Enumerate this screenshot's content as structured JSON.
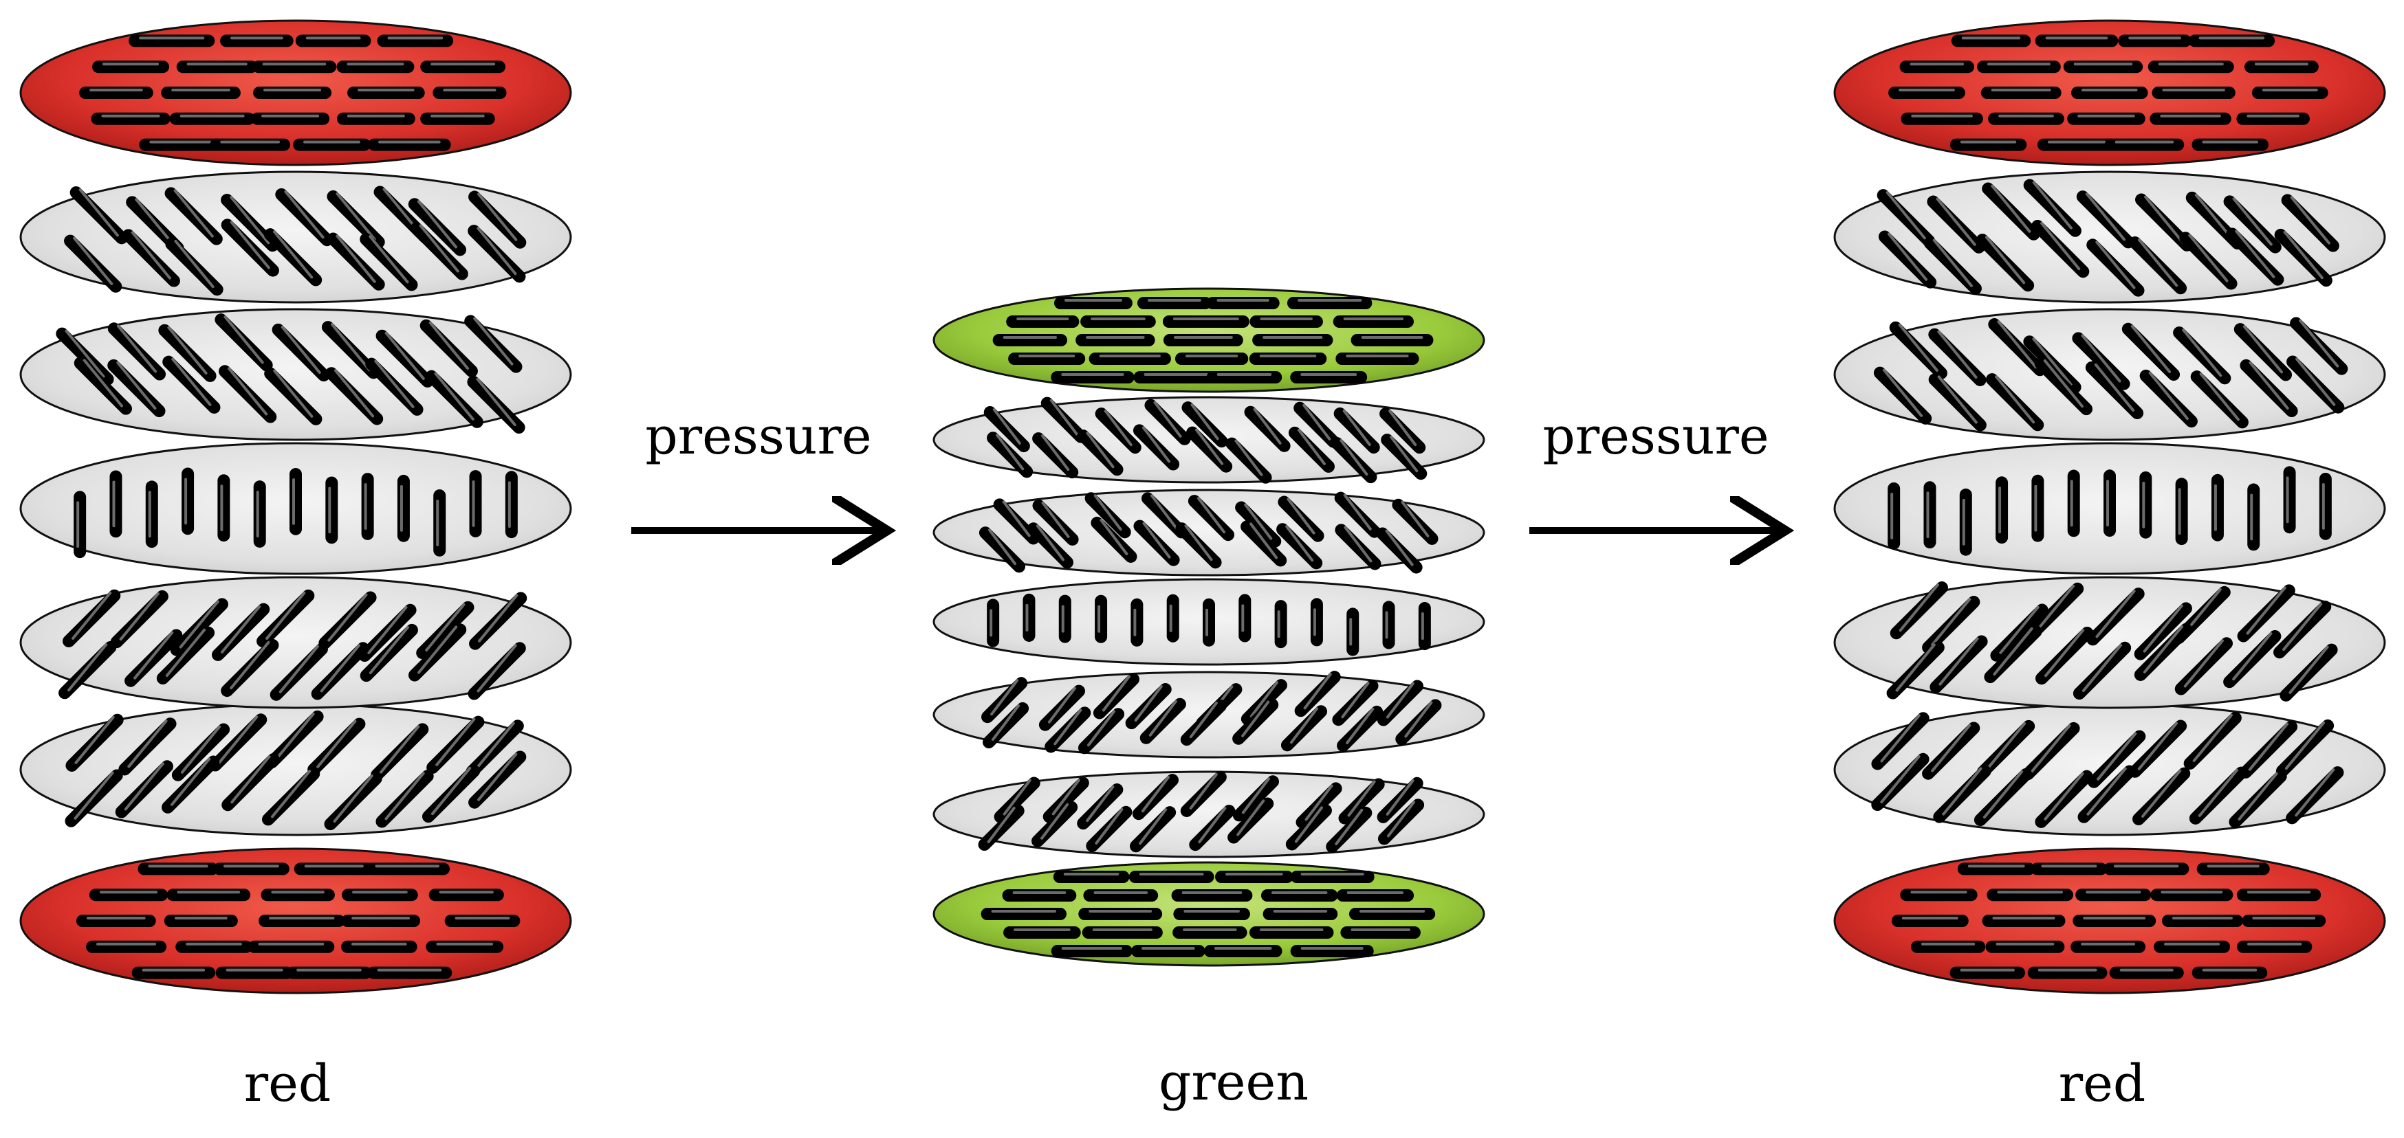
{
  "labels": {
    "left_state": "red",
    "middle_state": "green",
    "right_state": "red",
    "arrow_1": "pressure",
    "arrow_2": "pressure"
  },
  "colors": {
    "red_layer": "#d9302a",
    "green_layer": "#9acb3c",
    "grey_layer": "#e2e2e2",
    "rod": "#111111",
    "arrow": "#000000"
  },
  "stacks": [
    {
      "name": "left",
      "cap_color": "red",
      "layers": [
        "cap",
        "tilt-left",
        "tilt-left",
        "vertical",
        "tilt-right",
        "tilt-right",
        "cap"
      ]
    },
    {
      "name": "middle",
      "cap_color": "green",
      "layers": [
        "cap",
        "tilt-left",
        "tilt-left",
        "vertical",
        "tilt-right",
        "tilt-right",
        "cap"
      ]
    },
    {
      "name": "right",
      "cap_color": "red",
      "layers": [
        "cap",
        "tilt-left",
        "tilt-left",
        "vertical",
        "tilt-right",
        "tilt-right",
        "cap"
      ]
    }
  ]
}
